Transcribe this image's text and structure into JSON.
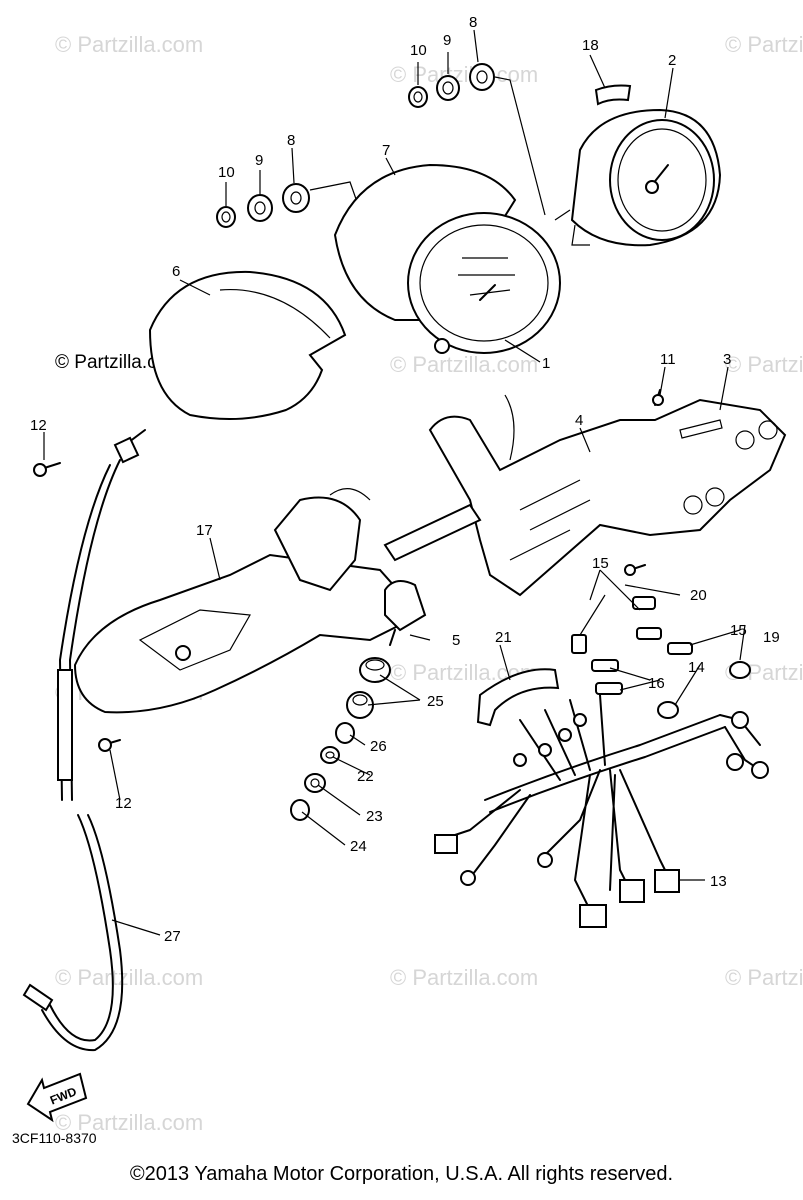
{
  "watermarks": [
    "© Partzilla.com",
    "© Partzilla.com",
    "© Partzilla.com",
    "© Partzilla.com",
    "© Partzilla.com",
    "© Partzilla.com",
    "© Partzilla.com",
    "© Partzilla.com",
    "© Partzilla.com",
    "© Partzilla.com",
    "© Partzilla.com",
    "© Partzilla.com"
  ],
  "watermark_dark": "© Partzilla.com",
  "callouts": [
    "10",
    "9",
    "8",
    "10",
    "9",
    "8",
    "18",
    "2",
    "7",
    "6",
    "1",
    "11",
    "3",
    "12",
    "4",
    "17",
    "15",
    "20",
    "5",
    "21",
    "15",
    "19",
    "14",
    "16",
    "25",
    "26",
    "12",
    "22",
    "23",
    "24",
    "13",
    "27"
  ],
  "fwd_label": "FWD",
  "diagram_code": "3CF110-8370",
  "copyright": "©2013 Yamaha Motor Corporation, U.S.A. All rights reserved."
}
